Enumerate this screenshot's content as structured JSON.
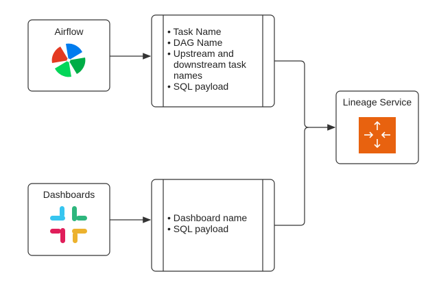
{
  "nodes": {
    "airflow": {
      "title": "Airflow",
      "icon": "airflow-pinwheel-icon"
    },
    "dashboards": {
      "title": "Dashboards",
      "icon": "slack-logo-icon"
    },
    "lineage": {
      "title": "Lineage Service",
      "icon": "arrows-converge-icon",
      "icon_color": "#E8620F"
    },
    "task_payload": {
      "items": [
        "Task Name",
        "DAG Name",
        "Upstream and",
        "downstream task",
        "names",
        "SQL payload"
      ]
    },
    "dashboard_payload": {
      "items": [
        "Dashboard name",
        "SQL payload"
      ]
    }
  },
  "colors": {
    "stroke": "#333333",
    "airflow_red": "#E43921",
    "airflow_blue": "#017CEE",
    "airflow_green": "#00AD46",
    "airflow_teal": "#04D659",
    "slack_blue": "#36C5F0",
    "slack_green": "#2EB67D",
    "slack_yellow": "#ECB22E",
    "slack_red": "#E01E5A"
  }
}
